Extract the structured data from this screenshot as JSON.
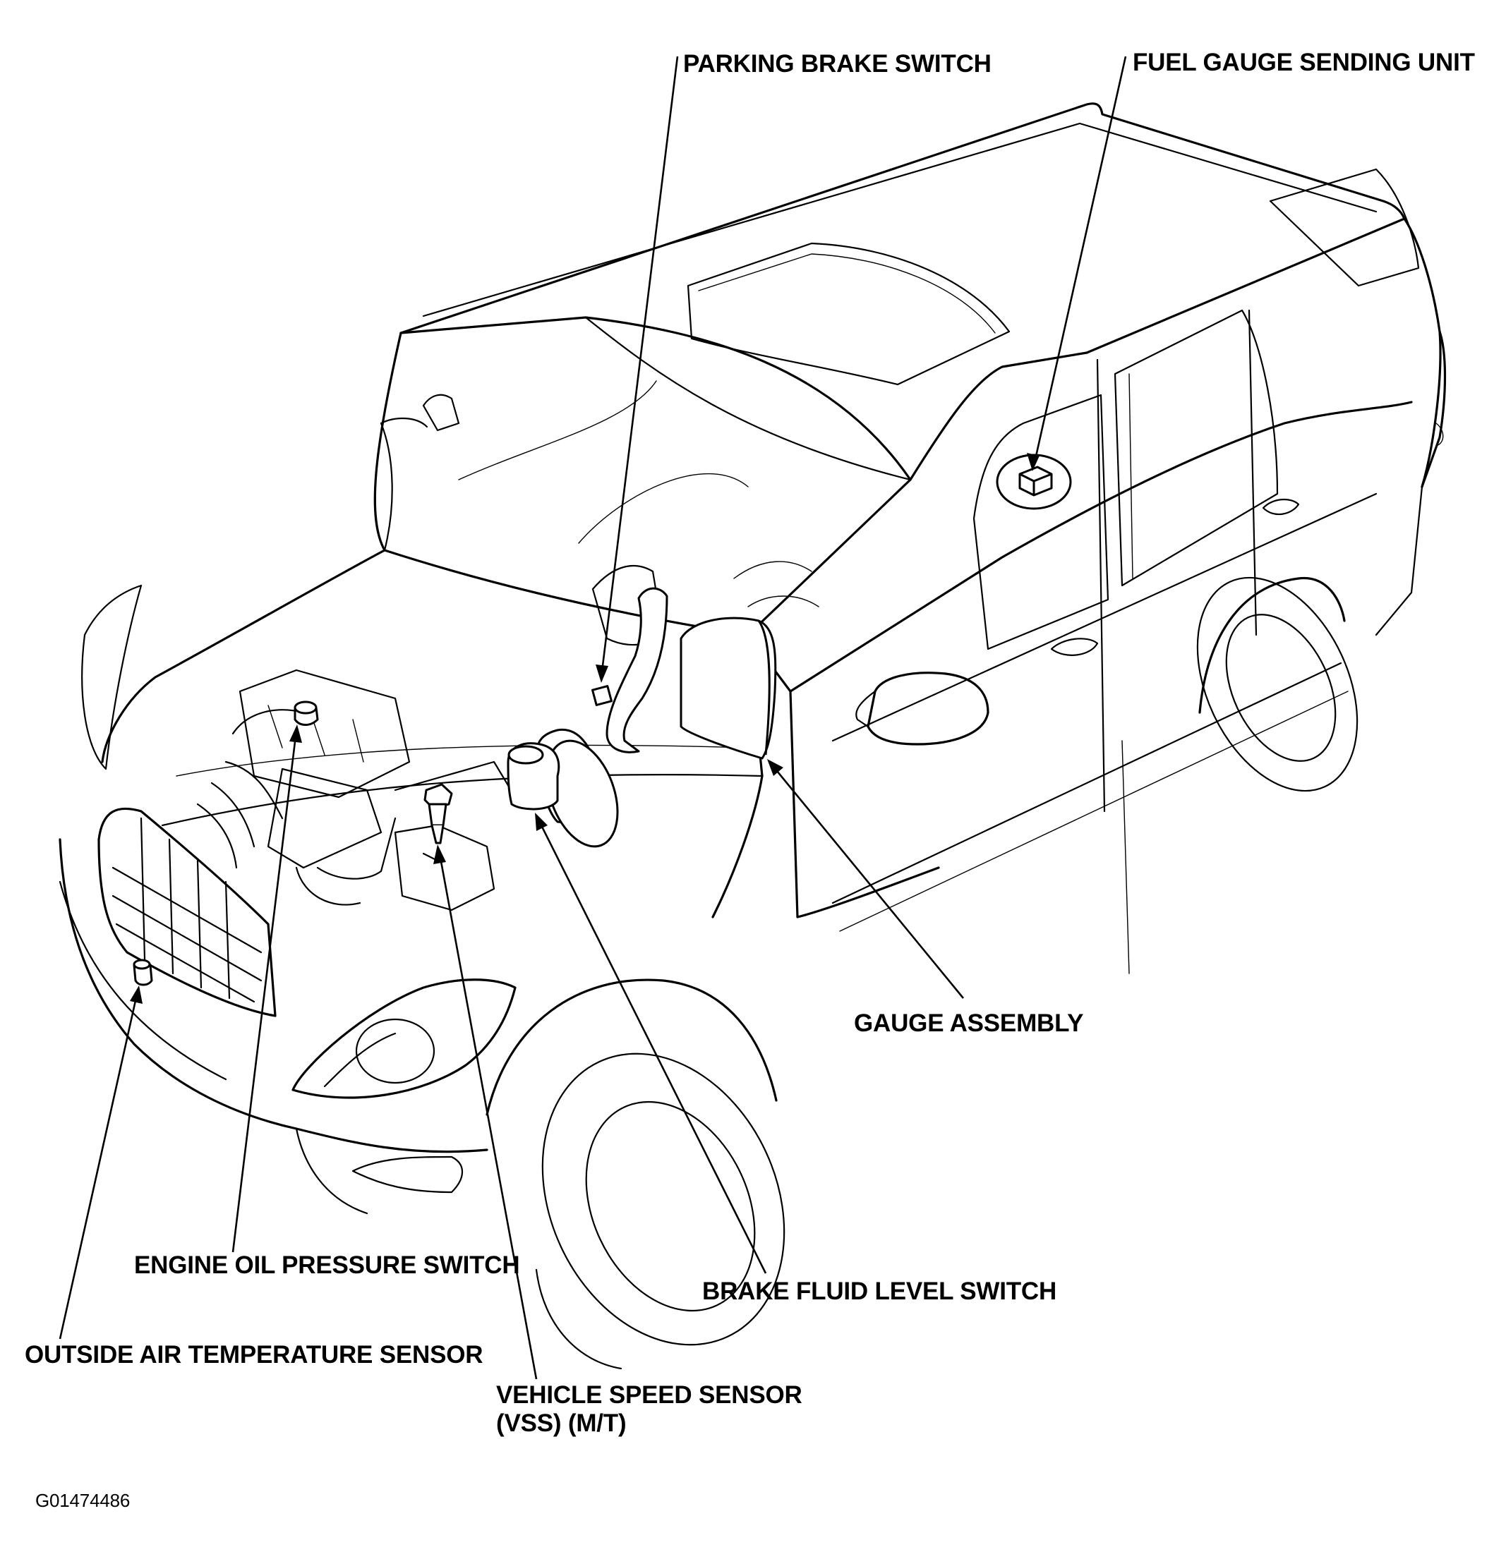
{
  "callouts": {
    "parking_brake_switch": "PARKING BRAKE SWITCH",
    "fuel_gauge_sending_unit": "FUEL GAUGE SENDING UNIT",
    "gauge_assembly": "GAUGE ASSEMBLY",
    "engine_oil_pressure_switch": "ENGINE OIL PRESSURE SWITCH",
    "brake_fluid_level_switch": "BRAKE FLUID LEVEL SWITCH",
    "outside_air_temperature_sensor": "OUTSIDE AIR TEMPERATURE SENSOR",
    "vehicle_speed_sensor_line1": "VEHICLE SPEED SENSOR",
    "vehicle_speed_sensor_line2": "(VSS) (M/T)"
  },
  "figure_code": "G01474486"
}
